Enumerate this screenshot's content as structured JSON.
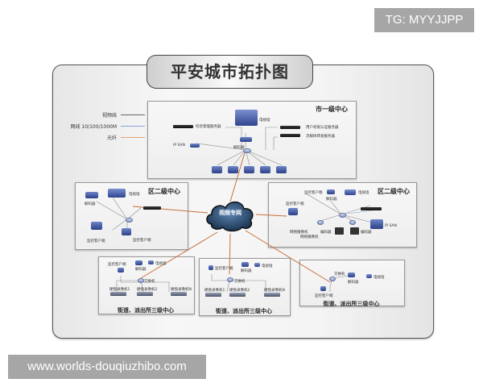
{
  "watermarks": {
    "top_right": "TG: MYYJJPP",
    "bottom_left": "www.worlds-douqiuzhibo.com"
  },
  "diagram": {
    "title": "平安城市拓扑图",
    "legend": [
      {
        "label": "视频线",
        "color": "#666666",
        "icon": "line-gray"
      },
      {
        "label": "网线 10/100/1000M",
        "color": "#8aa0d8",
        "icon": "line-blue"
      },
      {
        "label": "光纤",
        "color": "#e8a070",
        "icon": "line-orange"
      }
    ],
    "cloud": {
      "label": "视频专网",
      "icon": "cloud-icon"
    },
    "colors": {
      "fiber": "#c8703a",
      "network": "#8aa0d8",
      "video": "#666666"
    },
    "city_center": {
      "title": "市一级中心",
      "devices": {
        "tv_wall": "电视墙",
        "mgmt_server": "综合管理服务器",
        "auth_server": "用户权限认证服务器",
        "forward_server": "流媒体转发服务器",
        "ip_san": "IP SAN",
        "decoder": "解码器"
      }
    },
    "district_left": {
      "title": "区二级中心",
      "devices": {
        "decoder": "解码器",
        "tv_wall": "电视墙",
        "client_1": "监控客户端",
        "client_2": "监控客户端"
      }
    },
    "district_right": {
      "title": "区二级中心",
      "devices": {
        "client_top": "监控客户端",
        "decoder": "解码器",
        "tv_wall": "电视墙",
        "client_left": "监控客户端",
        "nvr_1": "网络摄像机",
        "nvr_2": "网络摄像机",
        "encoder_1": "编码器",
        "encoder_2": "编码器",
        "ip_san": "IP SAN"
      }
    },
    "street_centers": [
      {
        "title": "街道、派出所三级中心",
        "devices": {
          "client": "监控客户端",
          "decoder": "解码器",
          "tv_wall": "电视墙",
          "switch": "交换机",
          "dvr_1": "硬盘录像机1",
          "dvr_2": "硬盘录像机2",
          "dvr_n": "硬盘录像机N"
        }
      },
      {
        "title": "街道、派出所三级中心",
        "devices": {
          "client": "监控客户端",
          "decoder": "解码器",
          "tv_wall": "电视墙",
          "switch": "交换机",
          "dvr_1": "硬盘录像机1",
          "dvr_2": "硬盘录像机2",
          "dvr_n": "硬盘录像机N"
        }
      },
      {
        "title": "街道、派出所三级中心",
        "devices": {
          "switch": "交换机",
          "decoder": "解码器",
          "tv_wall": "电视墙",
          "client": "监控客户端"
        }
      }
    ]
  }
}
